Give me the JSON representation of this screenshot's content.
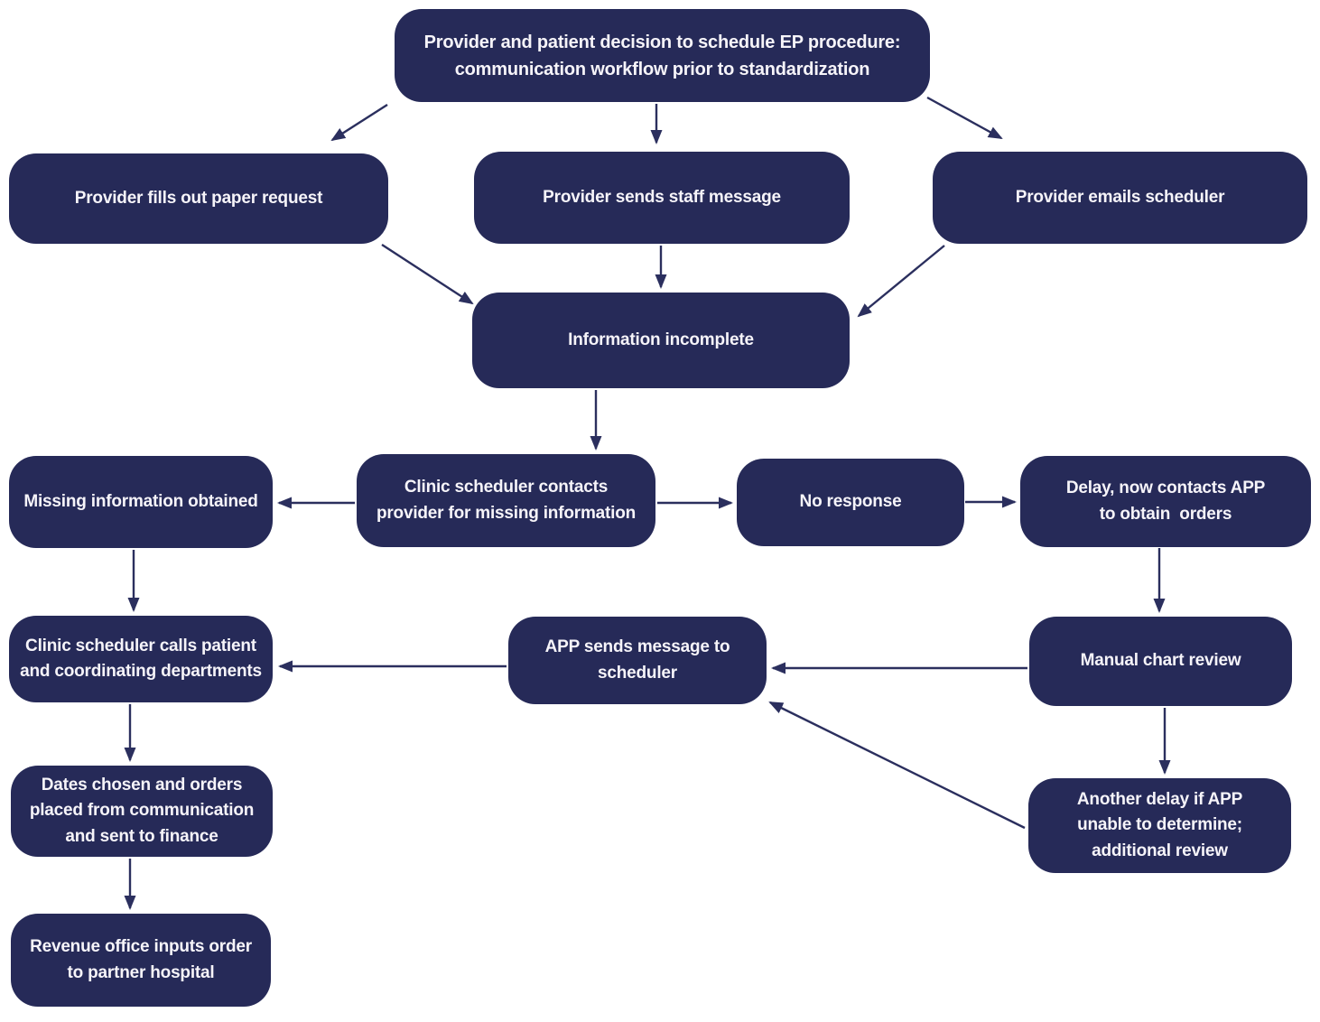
{
  "diagram": {
    "type": "flowchart",
    "background": "#ffffff",
    "colors": {
      "node_fill": "#262a58",
      "node_text": "#f6f4f9",
      "arrow": "#2b2f5e"
    },
    "nodes": [
      {
        "id": "decision",
        "label": "Provider and patient decision to schedule EP procedure:\ncommunication workflow prior to standardization"
      },
      {
        "id": "paper-request",
        "label": "Provider fills out paper request"
      },
      {
        "id": "staff-message",
        "label": "Provider sends staff message"
      },
      {
        "id": "emails-scheduler",
        "label": "Provider emails scheduler"
      },
      {
        "id": "info-incomplete",
        "label": "Information incomplete"
      },
      {
        "id": "missing-obtained",
        "label": "Missing information obtained"
      },
      {
        "id": "scheduler-contacts",
        "label": "Clinic scheduler contacts\nprovider for missing information"
      },
      {
        "id": "no-response",
        "label": "No response"
      },
      {
        "id": "delay-contacts-app",
        "label": "Delay, now contacts APP\nto obtain  orders"
      },
      {
        "id": "scheduler-calls",
        "label": "Clinic scheduler calls patient\nand coordinating departments"
      },
      {
        "id": "app-sends-message",
        "label": "APP sends message to\nscheduler"
      },
      {
        "id": "manual-review",
        "label": "Manual chart review"
      },
      {
        "id": "dates-chosen",
        "label": "Dates chosen and orders\nplaced from communication\nand sent to finance"
      },
      {
        "id": "another-delay",
        "label": "Another delay if APP\nunable to determine;\nadditional review"
      },
      {
        "id": "revenue-office",
        "label": "Revenue office inputs order\nto partner hospital"
      }
    ],
    "edges": [
      {
        "from": "decision",
        "to": "paper-request"
      },
      {
        "from": "decision",
        "to": "staff-message"
      },
      {
        "from": "decision",
        "to": "emails-scheduler"
      },
      {
        "from": "paper-request",
        "to": "info-incomplete"
      },
      {
        "from": "staff-message",
        "to": "info-incomplete"
      },
      {
        "from": "emails-scheduler",
        "to": "info-incomplete"
      },
      {
        "from": "info-incomplete",
        "to": "scheduler-contacts"
      },
      {
        "from": "scheduler-contacts",
        "to": "missing-obtained"
      },
      {
        "from": "scheduler-contacts",
        "to": "no-response"
      },
      {
        "from": "no-response",
        "to": "delay-contacts-app"
      },
      {
        "from": "missing-obtained",
        "to": "scheduler-calls"
      },
      {
        "from": "delay-contacts-app",
        "to": "manual-review"
      },
      {
        "from": "manual-review",
        "to": "app-sends-message"
      },
      {
        "from": "manual-review",
        "to": "another-delay"
      },
      {
        "from": "another-delay",
        "to": "app-sends-message"
      },
      {
        "from": "app-sends-message",
        "to": "scheduler-calls"
      },
      {
        "from": "scheduler-calls",
        "to": "dates-chosen"
      },
      {
        "from": "dates-chosen",
        "to": "revenue-office"
      }
    ]
  }
}
